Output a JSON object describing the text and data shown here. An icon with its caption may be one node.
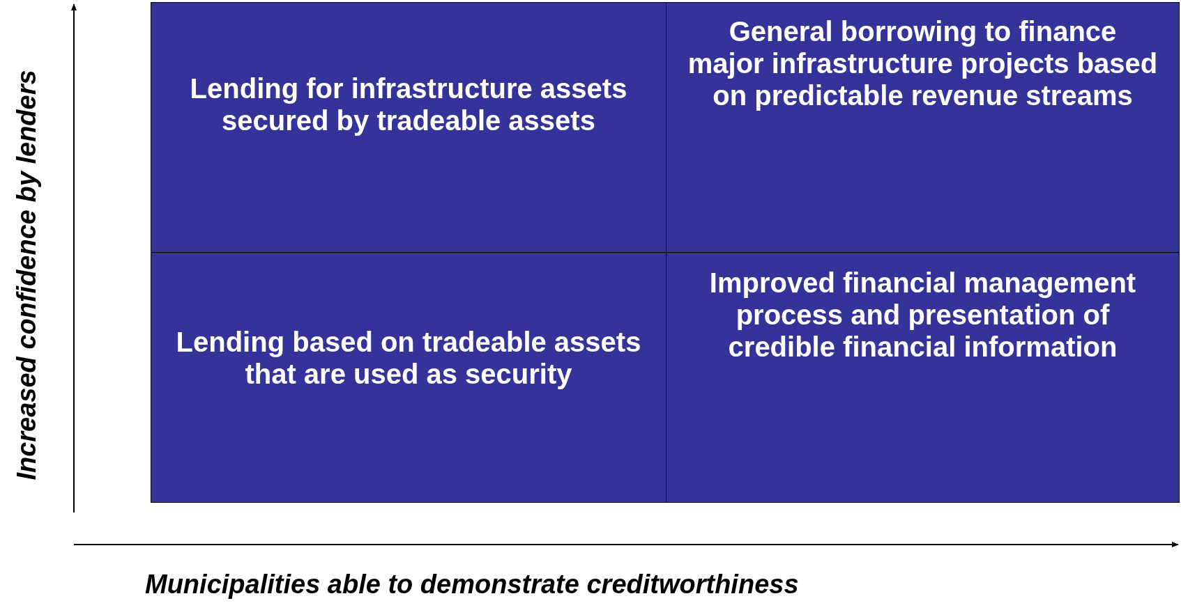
{
  "diagram": {
    "nodes": [
      {
        "text": [
          "Lending for infrastructure assets secured by tradeable assets"
        ]
      },
      {
        "text": [
          "General borrowing to finance major infrastructure projects based on predictable revenue streams"
        ]
      },
      {
        "text": [
          "Lending based on tradeable assets that are used as security"
        ]
      },
      {
        "text": [
          "Improved financial management process and presentation of credible financial information"
        ]
      }
    ],
    "edges": [],
    "labels": [
      "Increased confidence by lenders",
      "Municipalities able to demonstrate creditworthiness"
    ]
  }
}
